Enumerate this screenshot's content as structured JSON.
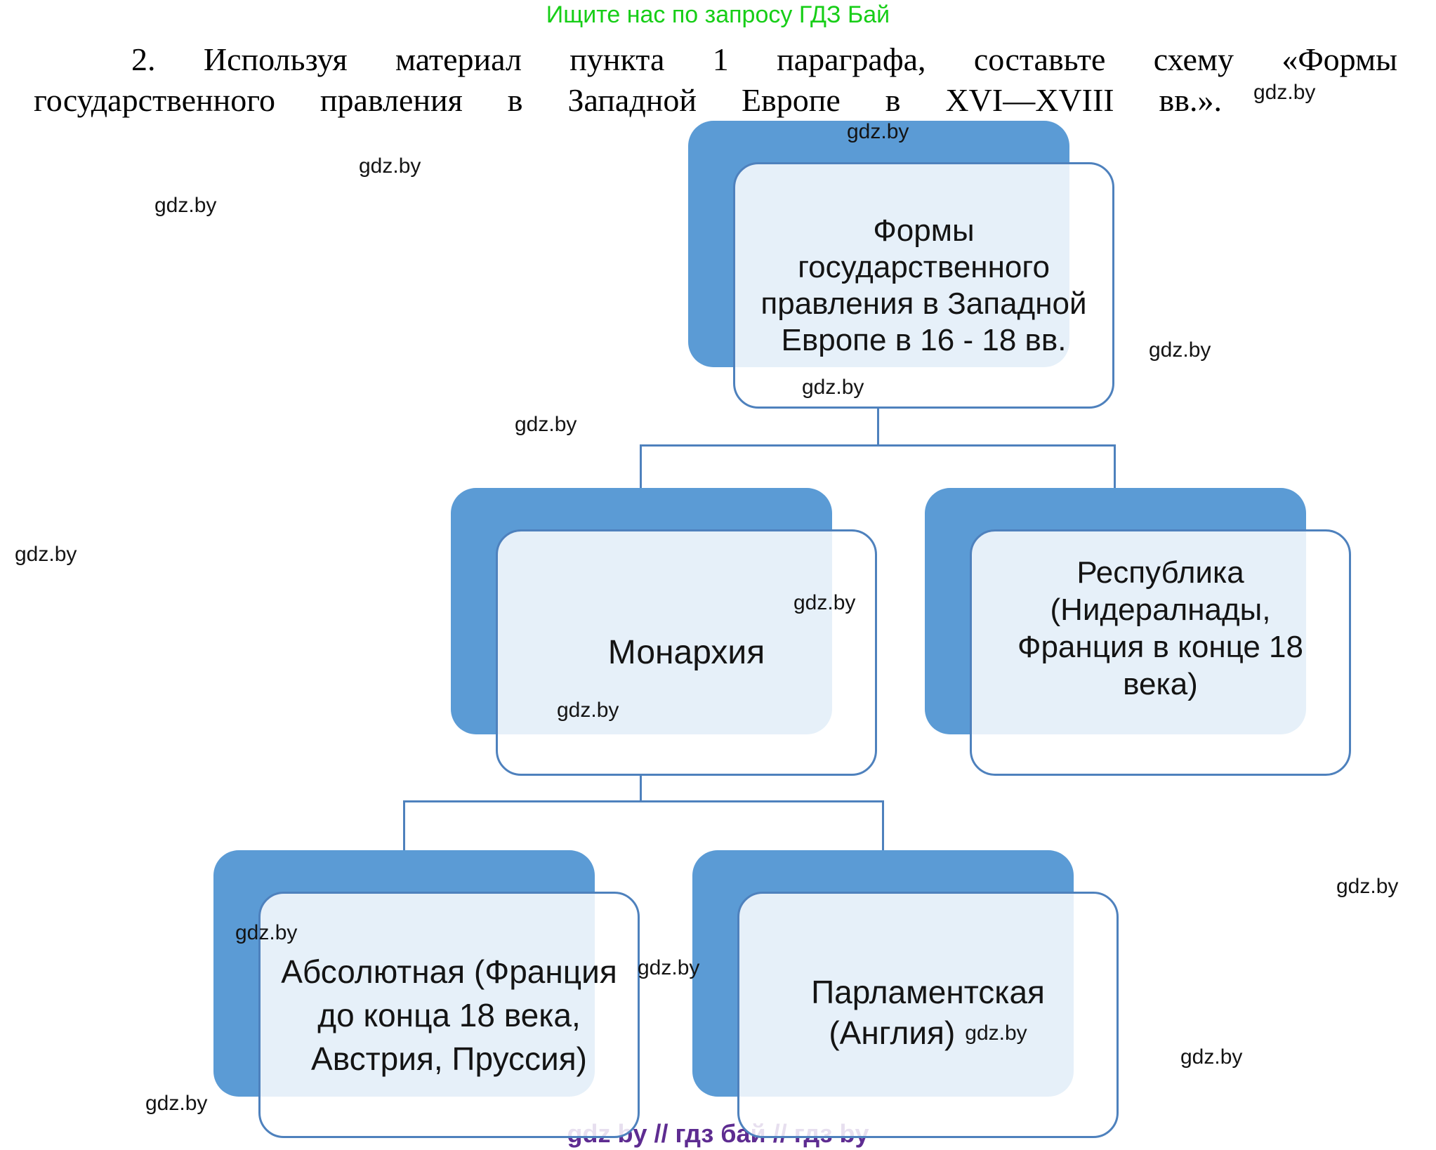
{
  "promo": {
    "banner": "Ищите нас по запросу ГДЗ Бай"
  },
  "task": {
    "line1": "2. Используя материал пункта 1 параграфа, составьте схему «Формы",
    "line2": "государственного правления в Западной Европе в XVI—XVIII вв.»."
  },
  "brand": {
    "watermark": "gdz.by",
    "footer": "gdz by  //  гдз бай  //  гдз by"
  },
  "diagram": {
    "title": "Формы государственного правления в Западной Европе в 16 - 18 вв.",
    "root": {
      "lines": [
        "Формы",
        "государственного",
        "правления в Западной",
        "Европе в 16 - 18 вв."
      ]
    },
    "monarchy": {
      "lines": [
        "Монархия"
      ]
    },
    "republic": {
      "lines": [
        "Республика",
        "(Нидералнады,",
        "Франция в конце 18",
        "века)"
      ]
    },
    "absolute": {
      "lines": [
        "Абсолютная (Франция",
        "до конца 18 века,",
        "Австрия, Пруссия)"
      ]
    },
    "parliamentary": {
      "lines": [
        "Парламентская",
        "(Англия)"
      ]
    }
  },
  "colors": {
    "node_fill": "#5B9BD5",
    "node_border": "#4E81BD",
    "connector": "#4E81BD",
    "promo_green": "#17CE17",
    "footer_purple": "#5E2C91",
    "text": "#141414"
  }
}
